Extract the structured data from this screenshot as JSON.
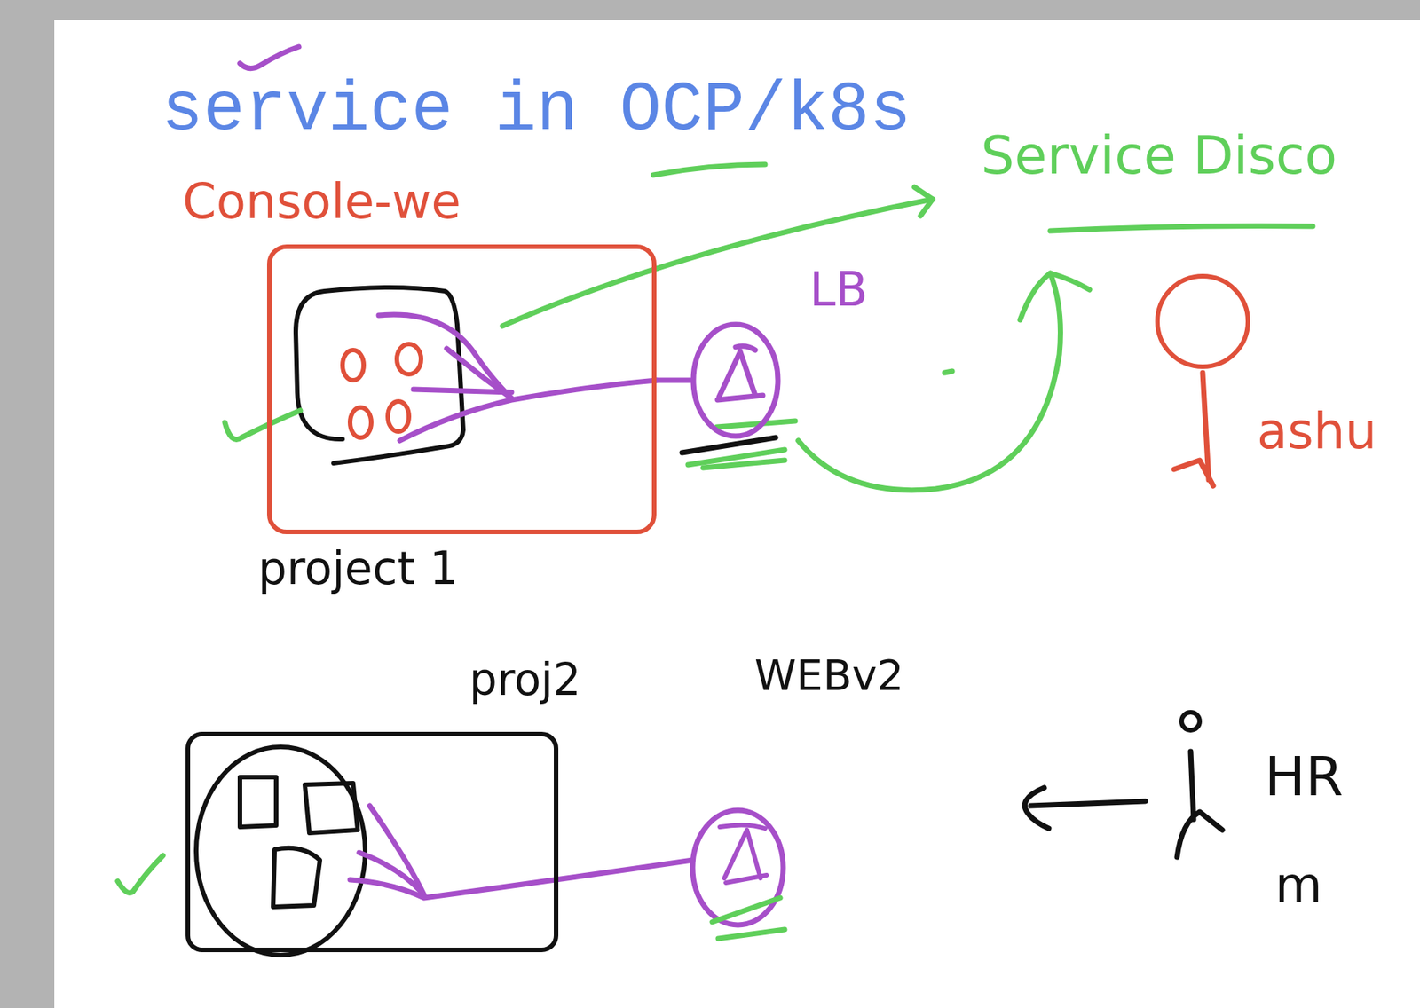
{
  "diagram": {
    "title": "service in OCP/k8s",
    "nodes": [
      {
        "text": [
          "Console-we",
          "project 1"
        ]
      },
      {
        "text": [
          "LB"
        ]
      },
      {
        "text": [
          "proj2"
        ]
      }
    ],
    "edges": [
      {
        "from": 0,
        "to": 1,
        "arrow": "none"
      }
    ],
    "labels": [
      "Service Disco",
      "ashu",
      "WEBv2",
      "HR",
      "m"
    ]
  }
}
